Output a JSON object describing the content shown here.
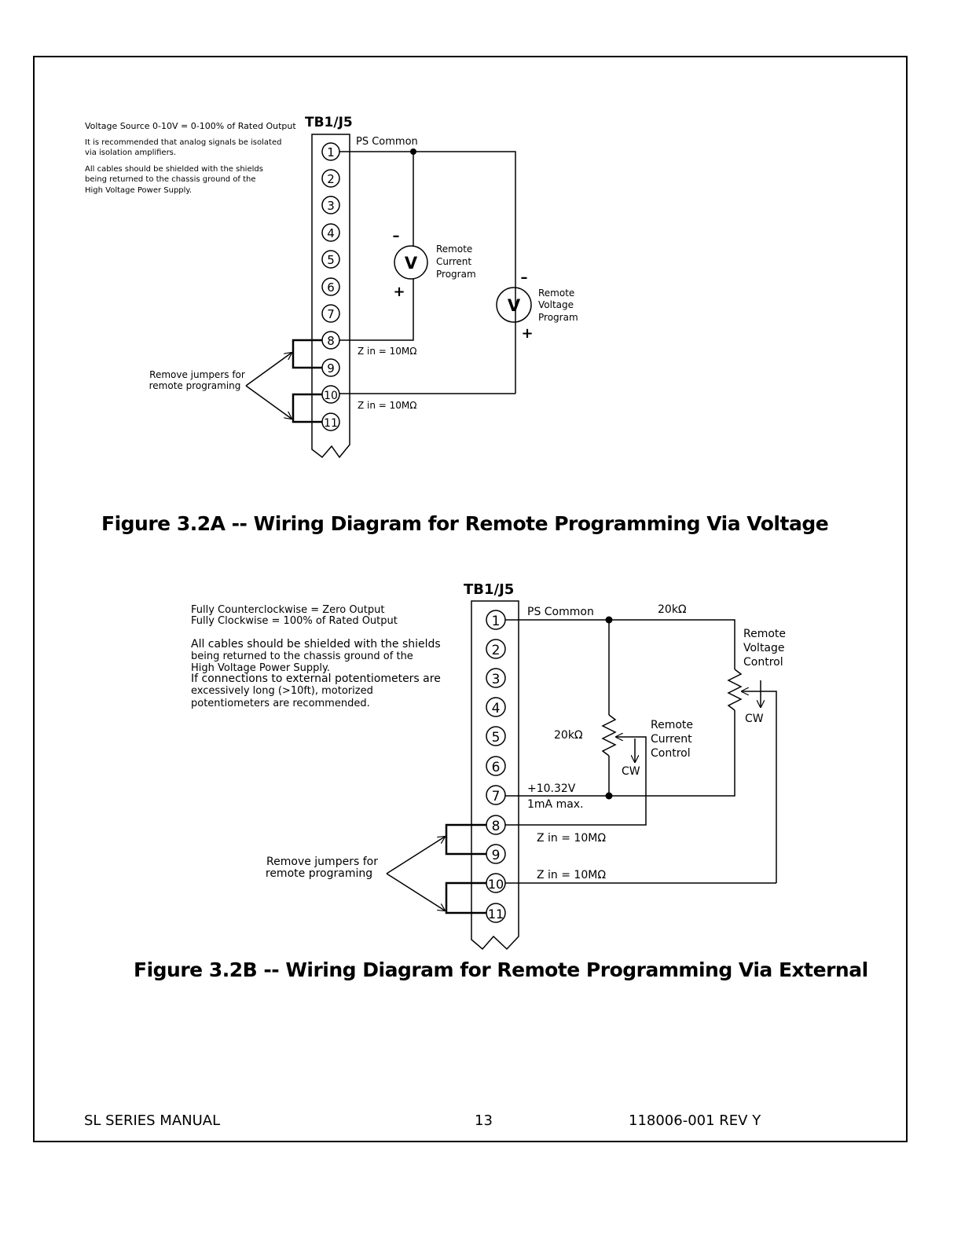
{
  "figA": {
    "notes": [
      "Voltage Source 0-10V = 0-100% of Rated Output",
      "It is recommended that analog signals be isolated",
      "via isolation amplifiers.",
      "All cables should be shielded with the shields",
      "being returned to the chassis ground of the",
      "High Voltage Power Supply."
    ],
    "terminal_block": "TB1/J5",
    "terminals": [
      "1",
      "2",
      "3",
      "4",
      "5",
      "6",
      "7",
      "8",
      "9",
      "10",
      "11"
    ],
    "ps_common": "PS Common",
    "meter_symbol": "V",
    "minus": "–",
    "plus": "+",
    "current_program": [
      "Remote",
      "Current",
      "Program"
    ],
    "voltage_program": [
      "Remote",
      "Voltage",
      "Program"
    ],
    "zin": "Z in = 10MΩ",
    "jumpers": [
      "Remove jumpers for",
      "remote programing"
    ],
    "caption": "Figure 3.2A -- Wiring Diagram for Remote Programming Via Voltage"
  },
  "figB": {
    "notes": [
      "Fully Counterclockwise = Zero Output",
      "Fully Clockwise = 100% of  Rated Output",
      "All cables should be shielded with the shields",
      "being returned to the chassis ground of the",
      "High Voltage Power Supply.",
      "If connections to external potentiometers are",
      "excessively long (>10ft), motorized",
      "potentiometers are recommended."
    ],
    "terminal_block": "TB1/J5",
    "terminals": [
      "1",
      "2",
      "3",
      "4",
      "5",
      "6",
      "7",
      "8",
      "9",
      "10",
      "11"
    ],
    "ps_common": "PS Common",
    "res_value": "20kΩ",
    "voltage_control": [
      "Remote",
      "Voltage",
      "Control"
    ],
    "current_control": [
      "Remote",
      "Current",
      "Control"
    ],
    "cw": "CW",
    "ref_voltage": "+10.32V",
    "ref_current": "1mA max.",
    "zin": "Z in = 10MΩ",
    "jumpers": [
      "Remove jumpers for",
      "remote programing"
    ],
    "caption": "Figure 3.2B -- Wiring Diagram for Remote Programming Via External"
  },
  "footer": {
    "left": "SL SERIES MANUAL",
    "center": "13",
    "right": "118006-001 REV Y"
  }
}
